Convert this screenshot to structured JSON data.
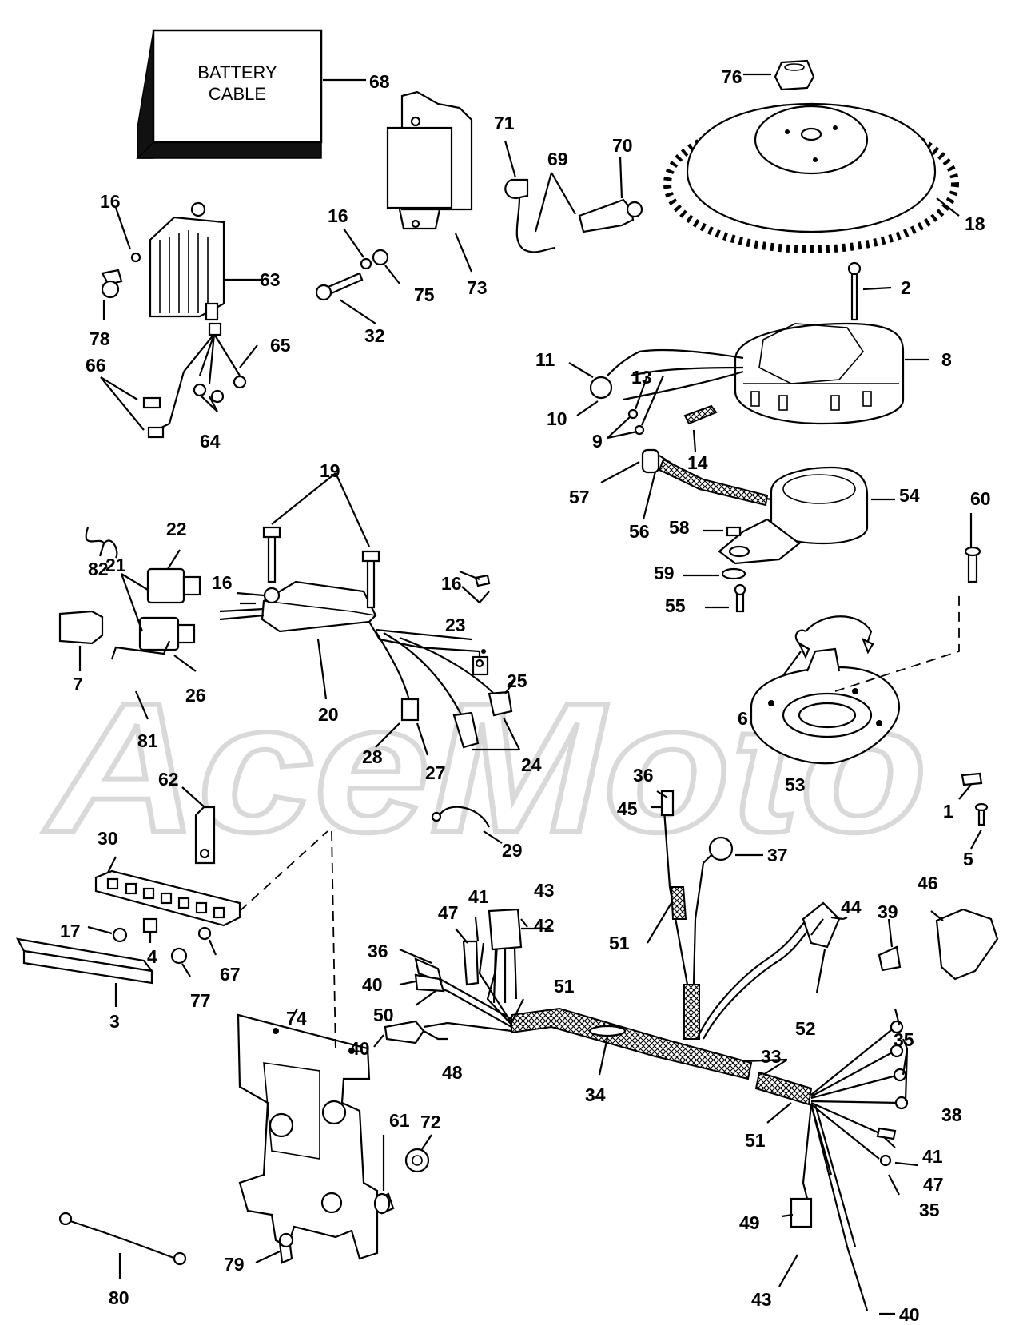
{
  "battery_cable_box": [
    "BATTERY",
    "CABLE"
  ],
  "watermark": "AceMoto",
  "callouts": {
    "c1": "1",
    "c2": "2",
    "c3": "3",
    "c4": "4",
    "c5": "5",
    "c6": "6",
    "c7": "7",
    "c8": "8",
    "c9": "9",
    "c10": "10",
    "c11": "11",
    "c13": "13",
    "c14": "14",
    "c16a": "16",
    "c16b": "16",
    "c16c": "16",
    "c16d": "16",
    "c17": "17",
    "c18": "18",
    "c19": "19",
    "c20": "20",
    "c21": "21",
    "c22": "22",
    "c23": "23",
    "c24": "24",
    "c25": "25",
    "c26": "26",
    "c27": "27",
    "c28": "28",
    "c29": "29",
    "c30": "30",
    "c32": "32",
    "c33": "33",
    "c34": "34",
    "c35a": "35",
    "c35b": "35",
    "c36a": "36",
    "c36b": "36",
    "c37": "37",
    "c38": "38",
    "c39": "39",
    "c40a": "40",
    "c40b": "40",
    "c40c": "40",
    "c41a": "41",
    "c41b": "41",
    "c42": "42",
    "c43a": "43",
    "c43b": "43",
    "c44": "44",
    "c45": "45",
    "c46": "46",
    "c47a": "47",
    "c47b": "47",
    "c48": "48",
    "c49": "49",
    "c50": "50",
    "c51a": "51",
    "c51b": "51",
    "c51c": "51",
    "c52": "52",
    "c53": "53",
    "c54": "54",
    "c55": "55",
    "c56": "56",
    "c57": "57",
    "c58": "58",
    "c59": "59",
    "c60": "60",
    "c61": "61",
    "c62": "62",
    "c63": "63",
    "c64": "64",
    "c65": "65",
    "c66": "66",
    "c67": "67",
    "c68": "68",
    "c69": "69",
    "c70": "70",
    "c71": "71",
    "c72": "72",
    "c73": "73",
    "c74": "74",
    "c75": "75",
    "c76": "76",
    "c77": "77",
    "c78": "78",
    "c79": "79",
    "c80": "80",
    "c81": "81",
    "c82": "82"
  }
}
